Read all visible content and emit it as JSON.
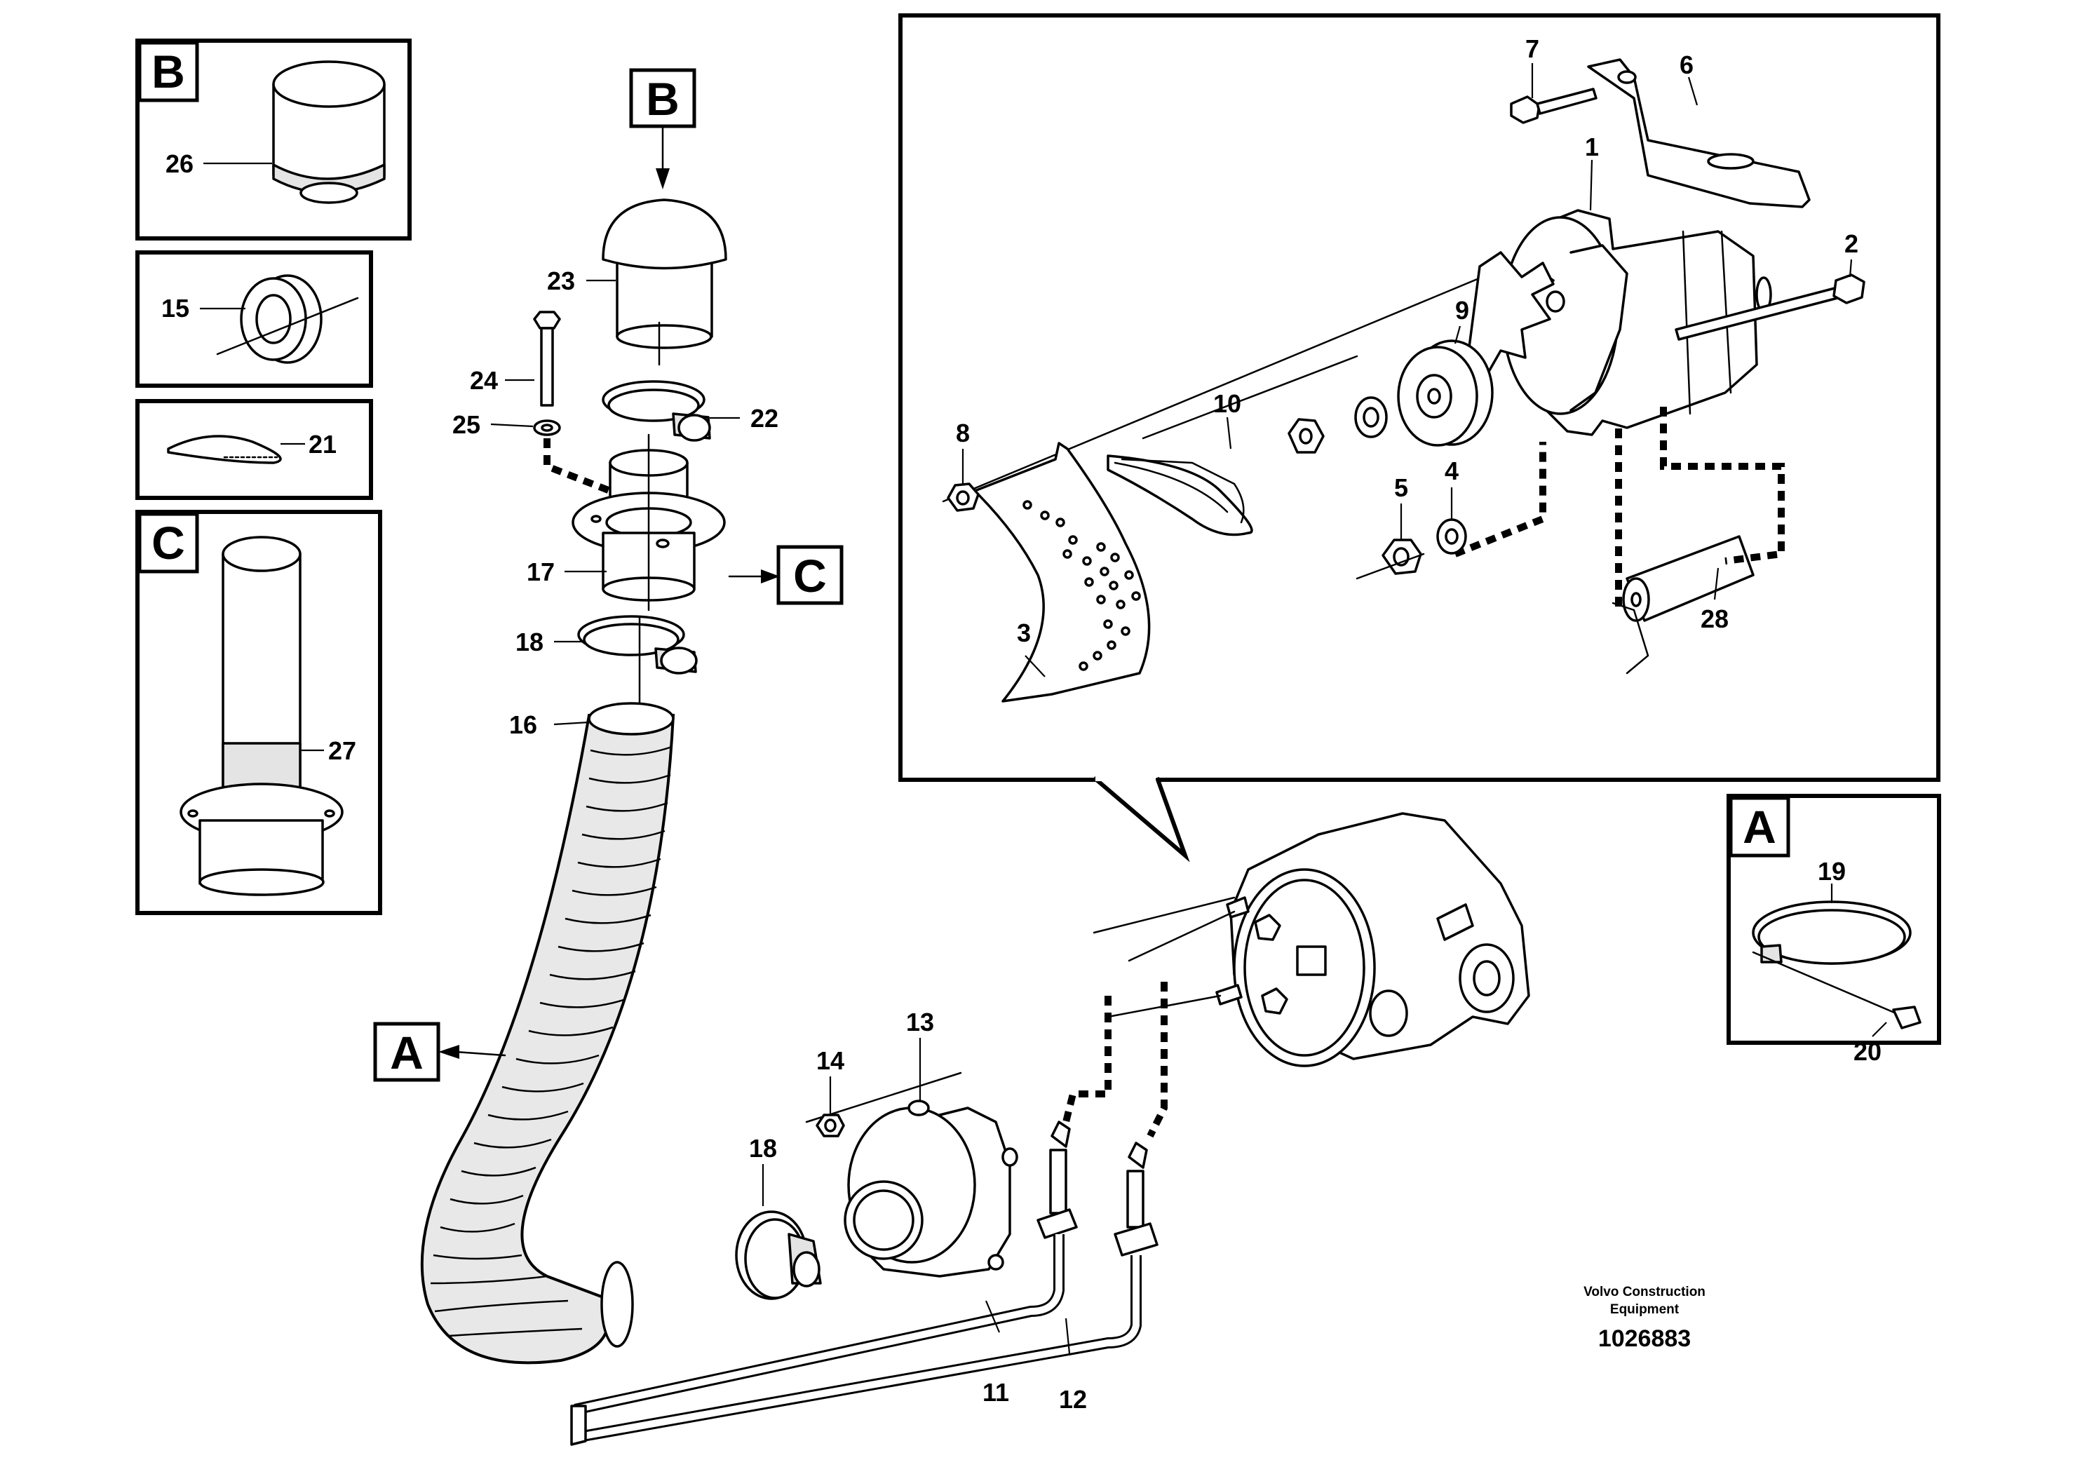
{
  "inset_tags": {
    "b": "B",
    "c": "C",
    "a": "A"
  },
  "callout_tags": {
    "b": "B",
    "c": "C",
    "a": "A"
  },
  "part_numbers": {
    "p1": "1",
    "p2": "2",
    "p3": "3",
    "p4": "4",
    "p5": "5",
    "p6": "6",
    "p7": "7",
    "p8": "8",
    "p9": "9",
    "p10": "10",
    "p11": "11",
    "p12": "12",
    "p13": "13",
    "p14": "14",
    "p15": "15",
    "p16": "16",
    "p17": "17",
    "p18a": "18",
    "p18b": "18",
    "p19": "19",
    "p20": "20",
    "p21": "21",
    "p22": "22",
    "p23": "23",
    "p24": "24",
    "p25": "25",
    "p26": "26",
    "p27": "27",
    "p28": "28"
  },
  "footer": {
    "company_line1": "Volvo Construction",
    "company_line2": "Equipment",
    "drawing_number": "1026883"
  }
}
